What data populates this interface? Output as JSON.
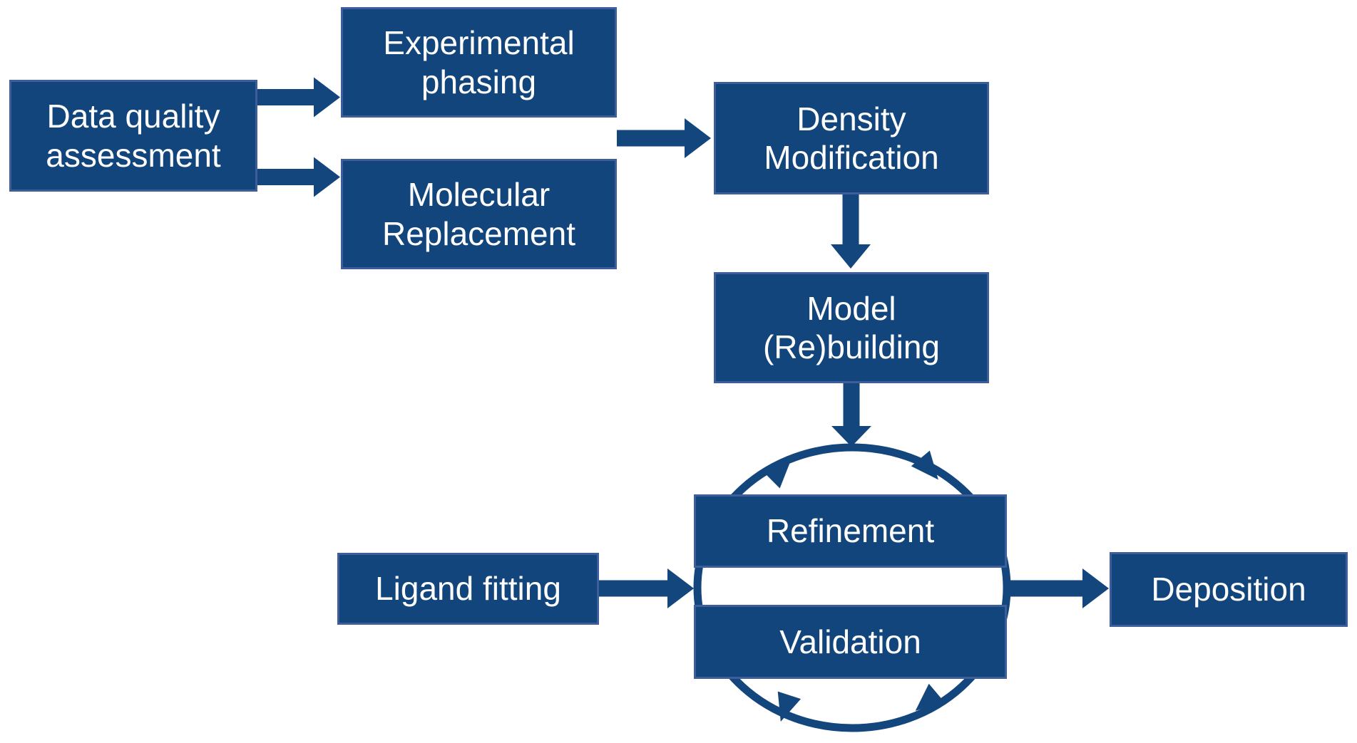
{
  "diagram": {
    "colors": {
      "box_fill": "#11457B",
      "box_border": "#3E5E9B",
      "arrow": "#12467C",
      "text": "#FFFFFF",
      "background": "#FFFFFF"
    },
    "boxes": [
      {
        "id": "data-quality-assessment",
        "label": "Data quality\nassessment"
      },
      {
        "id": "experimental-phasing",
        "label": "Experimental\nphasing"
      },
      {
        "id": "molecular-replacement",
        "label": "Molecular\nReplacement"
      },
      {
        "id": "density-modification",
        "label": "Density\nModification"
      },
      {
        "id": "model-rebuilding",
        "label": "Model\n(Re)building"
      },
      {
        "id": "refinement",
        "label": "Refinement"
      },
      {
        "id": "validation",
        "label": "Validation"
      },
      {
        "id": "ligand-fitting",
        "label": "Ligand fitting"
      },
      {
        "id": "deposition",
        "label": "Deposition"
      }
    ],
    "connections": [
      {
        "from": "Data quality assessment",
        "to": "Experimental phasing"
      },
      {
        "from": "Data quality assessment",
        "to": "Molecular Replacement"
      },
      {
        "from": "Experimental phasing / Molecular Replacement",
        "to": "Density Modification"
      },
      {
        "from": "Density Modification",
        "to": "Model (Re)building"
      },
      {
        "from": "Model (Re)building",
        "to": "Refinement-Validation cycle"
      },
      {
        "from": "Ligand fitting",
        "to": "Refinement-Validation cycle"
      },
      {
        "from": "Refinement-Validation cycle",
        "to": "Deposition"
      }
    ],
    "cycle": {
      "between": [
        "Refinement",
        "Validation"
      ],
      "direction": "clockwise",
      "arrowheads": 4
    }
  }
}
